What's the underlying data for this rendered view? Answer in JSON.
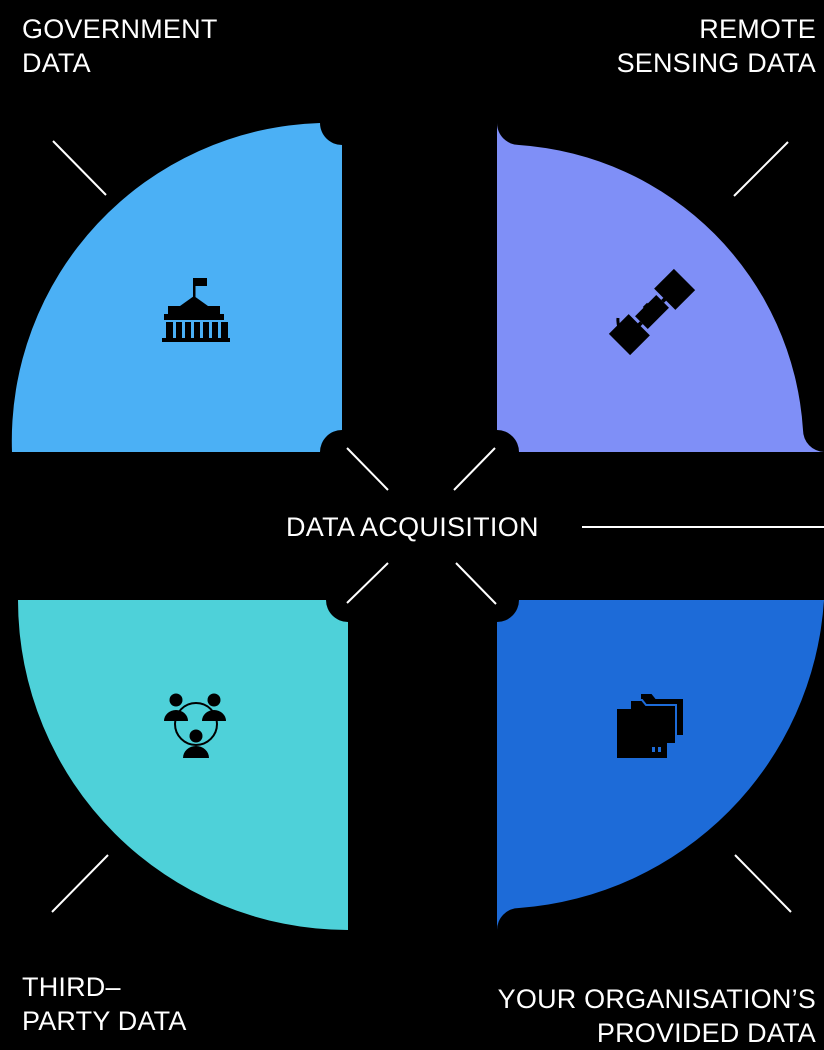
{
  "center": {
    "title": "DATA ACQUISITION"
  },
  "quadrants": {
    "government": {
      "label_line1": "GOVERNMENT",
      "label_line2": "DATA",
      "icon": "government-building-icon",
      "color": "#4bb0f5"
    },
    "remote_sensing": {
      "label_line1": "REMOTE",
      "label_line2": "SENSING DATA",
      "icon": "satellite-icon",
      "color": "#7f8ff7"
    },
    "third_party": {
      "label_line1": "THIRD–",
      "label_line2": "PARTY DATA",
      "icon": "people-network-icon",
      "color": "#4ed1d9"
    },
    "organisation": {
      "label_line1": "YOUR ORGANISATION’S",
      "label_line2": "PROVIDED DATA",
      "icon": "folders-icon",
      "color": "#1d6bd8"
    }
  },
  "colors": {
    "background": "#000000",
    "text": "#ffffff",
    "icon": "#000000"
  }
}
